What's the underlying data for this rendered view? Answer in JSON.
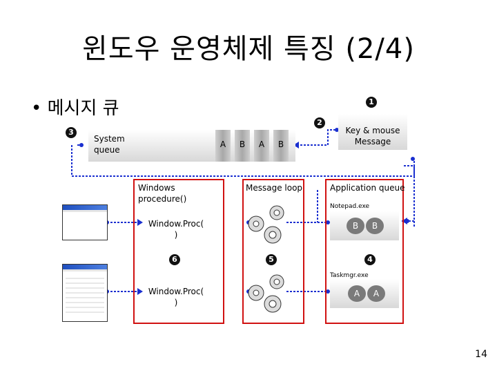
{
  "title": "윈도우 운영체제 특징 (2/4)",
  "bullet": "메시지 큐",
  "system_queue": {
    "label": "System\nqueue",
    "cells": [
      "A",
      "B",
      "A",
      "B"
    ]
  },
  "key_mouse": "Key & mouse\nMessage",
  "windows_procedure": "Windows\nprocedure()",
  "message_loop": "Message loop",
  "application_queue": "Application queue",
  "notepad": {
    "name": "Notepad.exe",
    "cells": [
      "B",
      "B"
    ]
  },
  "taskmgr": {
    "name": "Taskmgr.exe",
    "cells": [
      "A",
      "A"
    ]
  },
  "window_proc_1": "Window.Proc(\n)",
  "window_proc_2": "Window.Proc(\n)",
  "badges": {
    "b1": "1",
    "b2": "2",
    "b3": "3",
    "b4": "4",
    "b5": "5",
    "b6": "6"
  },
  "page_number": "14",
  "colors": {
    "arrow_blue": "#1a2fd0",
    "red_box": "#d01010",
    "queue_gray": "#b0b0b0"
  }
}
